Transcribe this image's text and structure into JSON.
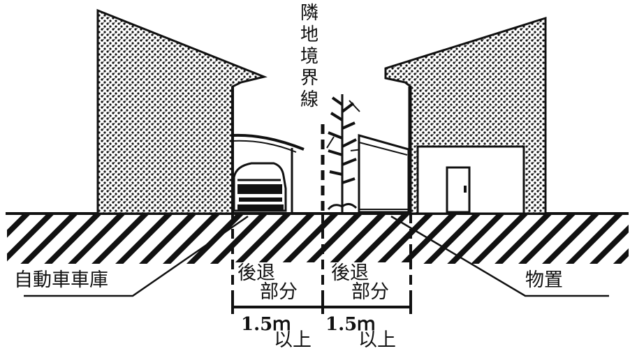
{
  "labels": {
    "boundary_line": "隣\n地\n境\n界\n線",
    "garage": "自動車車庫",
    "storage": "物置",
    "setback_left_line1": "後退",
    "setback_left_line2": "部分",
    "setback_right_line1": "後退",
    "setback_right_line2": "部分",
    "distance_left_value": "1.5ｍ",
    "distance_left_suffix": "以上",
    "distance_right_value": "1.5ｍ",
    "distance_right_suffix": "以上"
  },
  "colors": {
    "ink": "#111111",
    "background": "#ffffff"
  }
}
